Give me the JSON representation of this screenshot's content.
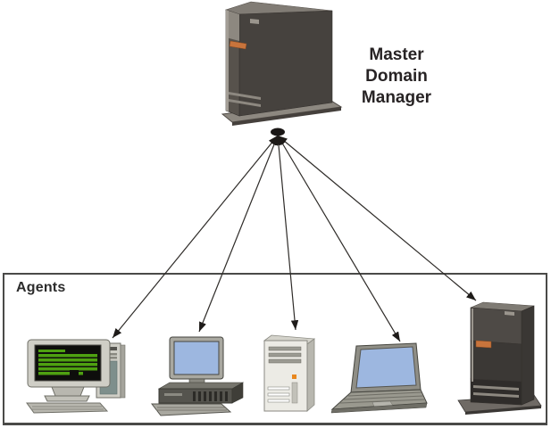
{
  "diagram": {
    "type": "topology",
    "master": {
      "label": "Master Domain Manager",
      "icon": "server-tower-icon"
    },
    "agents_group": {
      "label": "Agents",
      "members": [
        {
          "id": "agent-1",
          "icon": "crt-workstation-icon"
        },
        {
          "id": "agent-2",
          "icon": "desktop-computer-icon"
        },
        {
          "id": "agent-3",
          "icon": "mini-tower-icon"
        },
        {
          "id": "agent-4",
          "icon": "laptop-icon"
        },
        {
          "id": "agent-5",
          "icon": "server-tower-icon"
        }
      ]
    },
    "edges": [
      {
        "from": "master",
        "to": "agent-1",
        "arrows": "both"
      },
      {
        "from": "master",
        "to": "agent-2",
        "arrows": "both"
      },
      {
        "from": "master",
        "to": "agent-3",
        "arrows": "both"
      },
      {
        "from": "master",
        "to": "agent-4",
        "arrows": "both"
      },
      {
        "from": "master",
        "to": "agent-5",
        "arrows": "both"
      }
    ],
    "colors": {
      "background": "#ffffff",
      "server_body": "#46423e",
      "server_top": "#817c75",
      "server_highlight": "#9a958d",
      "accent_orange": "#c8743c",
      "screen_blue": "#9db7e0",
      "terminal_green": "#4ea011",
      "arrow": "#2e2b28",
      "box_border": "#4a4a48",
      "label_text": "#272324"
    }
  }
}
